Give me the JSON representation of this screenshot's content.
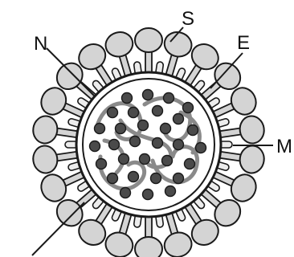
{
  "diagram": {
    "labels": {
      "spike": "S",
      "envelope": "E",
      "membrane": "M",
      "nucleocapsid": "N"
    },
    "colors": {
      "spike_fill": "#d4d4d4",
      "outline": "#1a1a1a",
      "capsule_fill": "#ececec",
      "rna_strand": "#8a8a8a",
      "protein_ball": "#4a4a4a",
      "background": "#ffffff"
    }
  }
}
